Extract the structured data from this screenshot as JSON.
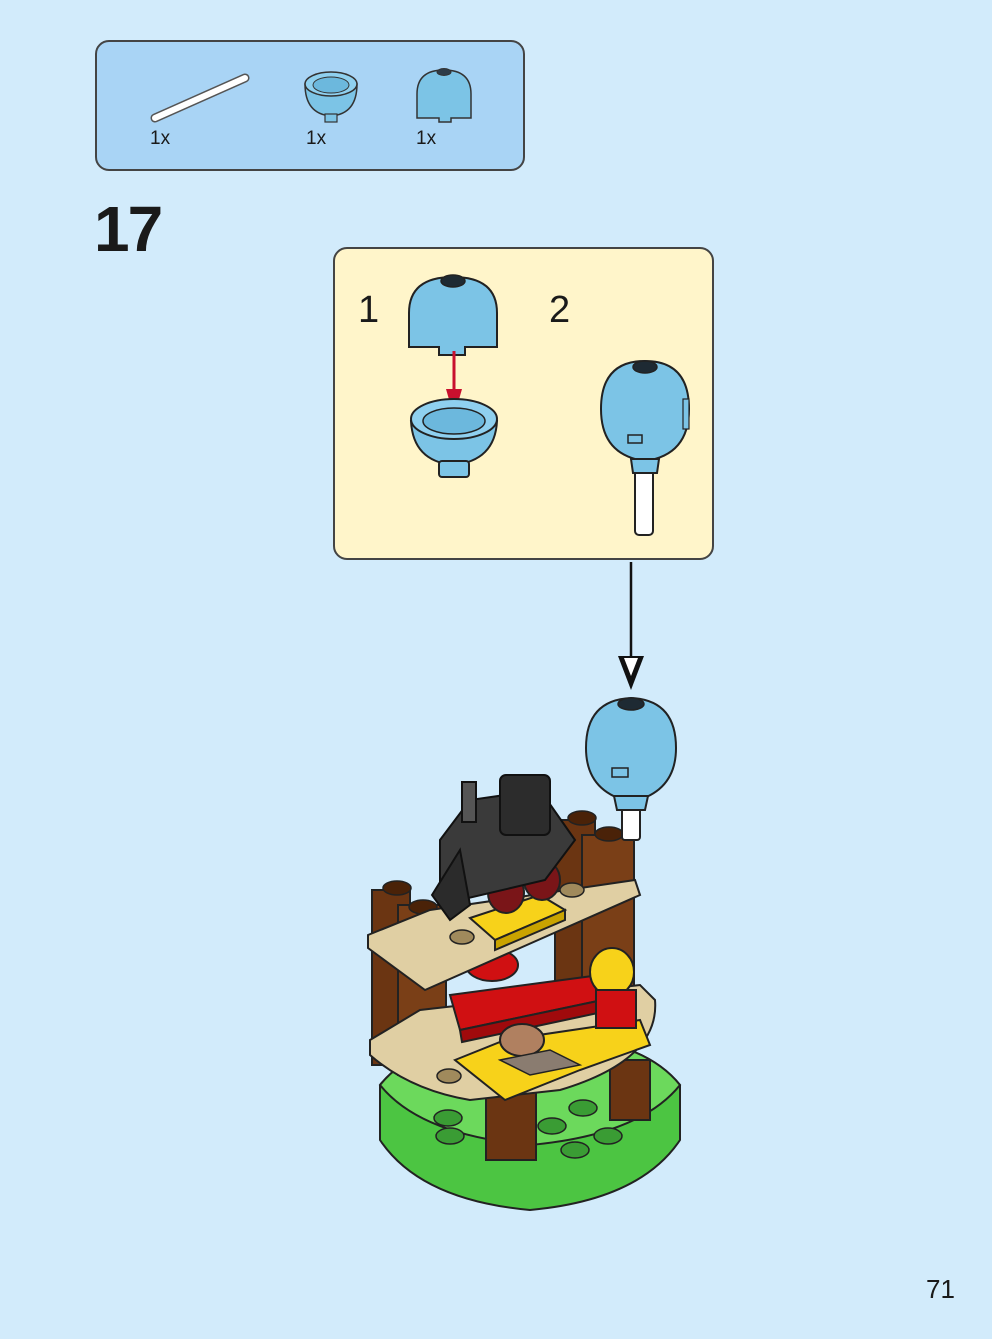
{
  "parts_list": [
    {
      "name": "bar",
      "quantity": "1x"
    },
    {
      "name": "dome-bottom",
      "quantity": "1x"
    },
    {
      "name": "dome-top",
      "quantity": "1x"
    }
  ],
  "step": {
    "number": "17"
  },
  "sub_steps": [
    {
      "number": "1"
    },
    {
      "number": "2"
    }
  ],
  "colors": {
    "background": "#d2ebfb",
    "parts_box": "#a9d4f5",
    "sub_box": "#fff5ca",
    "medium_azure": "#7cc4e6",
    "red_arrow": "#c8102e"
  },
  "page": {
    "number": "71"
  }
}
